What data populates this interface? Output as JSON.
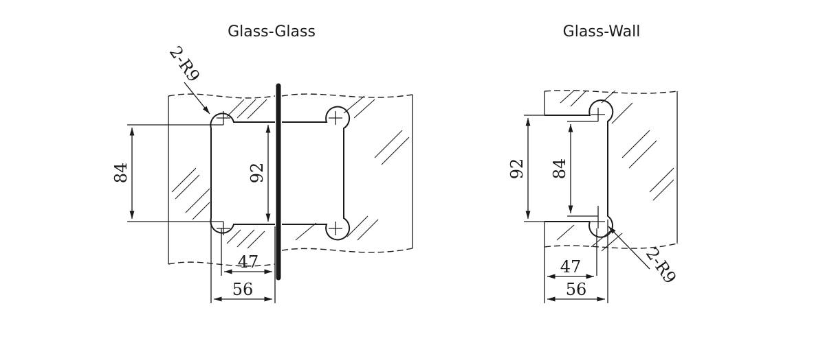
{
  "titles": {
    "left": "Glass-Glass",
    "right": "Glass-Wall"
  },
  "left_diagram": {
    "radius_label": "2-R9",
    "dim_hole_spacing": "84",
    "dim_height": "92",
    "dim_inner_width": "47",
    "dim_outer_width": "56"
  },
  "right_diagram": {
    "radius_label": "2-R9",
    "dim_height": "92",
    "dim_hole_spacing": "84",
    "dim_inner_width": "47",
    "dim_outer_width": "56"
  },
  "colors": {
    "line": "#1a1a1a",
    "background": "#ffffff"
  }
}
